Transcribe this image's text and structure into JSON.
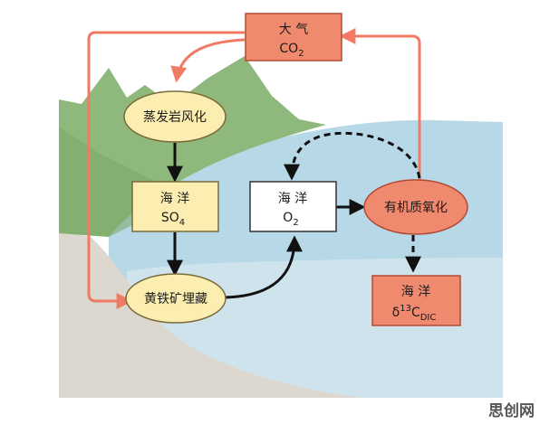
{
  "nodes": {
    "atmosphere": {
      "line1": "大 气",
      "line2_main": "CO",
      "line2_sub": "2"
    },
    "evaporite_weathering": {
      "label": "蒸发岩风化"
    },
    "ocean_so4": {
      "line1": "海 洋",
      "line2_main": "SO",
      "line2_sub": "4"
    },
    "ocean_o2": {
      "line1": "海 洋",
      "line2_main": "O",
      "line2_sub": "2"
    },
    "organic_oxidation": {
      "label": "有机质氧化"
    },
    "pyrite_burial": {
      "label": "黄铁矿埋藏"
    },
    "ocean_dic": {
      "line1": "海 洋",
      "line2_delta": "δ",
      "line2_sup": "13",
      "line2_main": "C",
      "line2_sub": "DIC"
    }
  },
  "watermark": "思创网",
  "colors": {
    "salmon": "#f08a6e",
    "salmon_line": "#f07a63",
    "yellow": "#fbeeb0",
    "green": "#8fb87c",
    "ocean": "#b7d8e6",
    "ocean_deep": "#cfe3ec",
    "sediment": "#ddd8cf"
  }
}
